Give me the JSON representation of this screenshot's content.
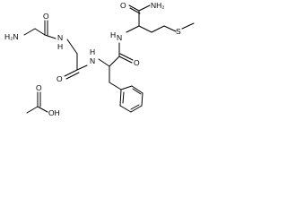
{
  "atoms": {
    "amine_terminal": "H₂N",
    "amide_nh_1": "N",
    "amide_nh_1_h": "H",
    "amide_nh_2": "N",
    "amide_nh_2_h": "H",
    "amide_nh_3": "N",
    "amide_nh_3_h": "H",
    "amide_carbonyl_o1": "O",
    "amide_carbonyl_o2": "O",
    "amide_carbonyl_o3": "O",
    "carboxamide_o": "O",
    "carboxamide_nh2": "NH₂",
    "sulfur": "S",
    "acetic_o_double": "O",
    "acetic_oh": "OH"
  },
  "colors": {
    "bond": "#000000",
    "text": "#000000",
    "background": "#ffffff"
  }
}
